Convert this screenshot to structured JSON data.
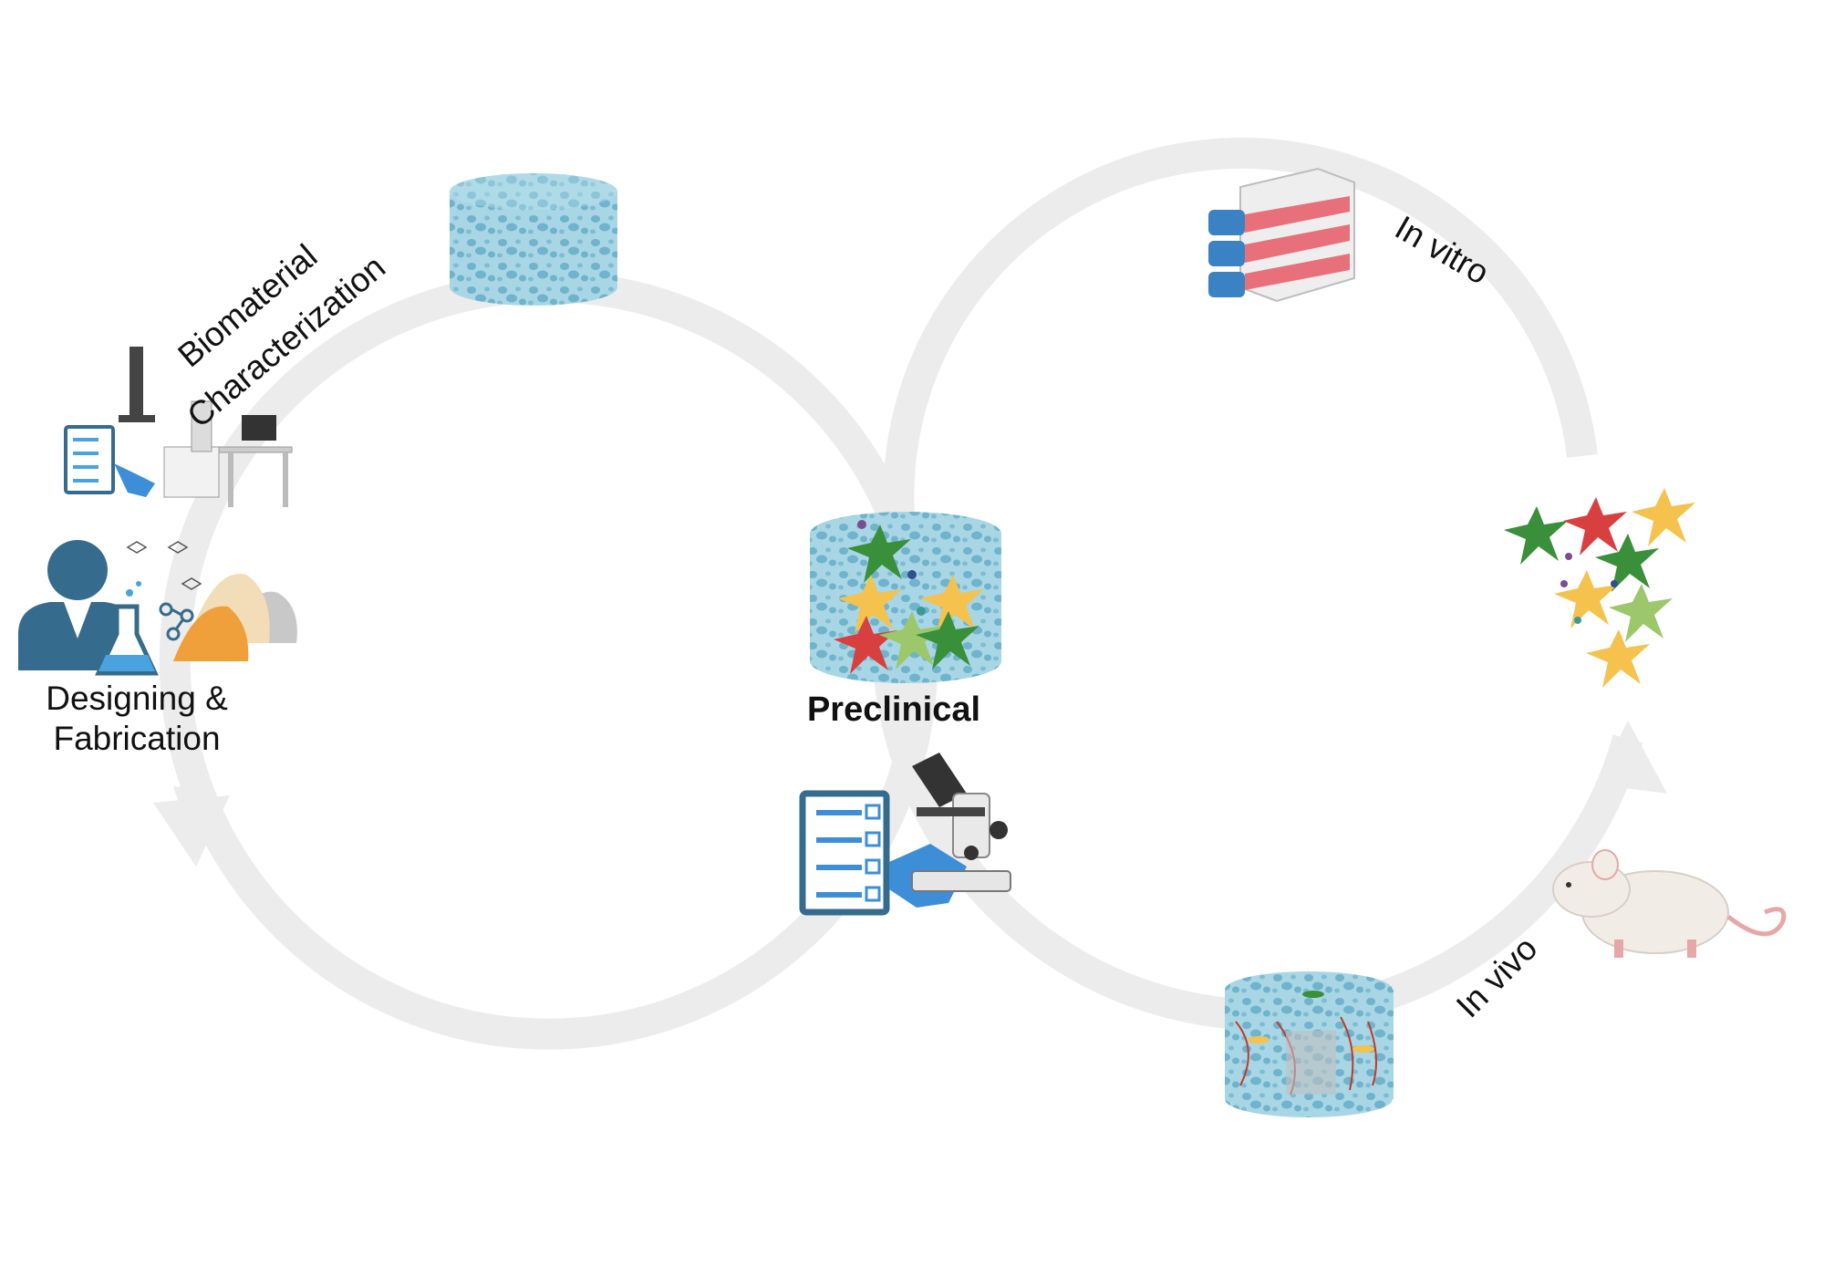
{
  "labels": {
    "designing_line1": "Designing &",
    "designing_line2": "Fabrication",
    "characterization_line1": "Biomaterial",
    "characterization_line2": "Characterization",
    "preclinical": "Preclinical",
    "in_vitro": "In vitro",
    "in_vivo": "In vivo"
  },
  "colors": {
    "loop": "#ececec",
    "scaffold": "#a9d6e5",
    "scaffold_pore": "#6fb3cc",
    "person": "#356b8c",
    "flask_liquid": "#4aa3df",
    "glove": "#3c8fd6",
    "cell_green": "#3a8f3a",
    "cell_red": "#d84040",
    "cell_yellow": "#f4c24d",
    "cell_lightgreen": "#9cc76b",
    "culture_flask": "#e8707a",
    "flask_cap": "#3b82c4",
    "mouse": "#f1ece6",
    "mouse_pink": "#e7a7a7",
    "powder_orange": "#f0a03a",
    "powder_tan": "#f2ddb8",
    "powder_grey": "#c8c8c8"
  },
  "icons": [
    "person-scientist-icon",
    "erlenmeyer-flask-icon",
    "checklist-icon",
    "microscope-icon",
    "electron-microscope-icon",
    "porous-scaffold-icon",
    "culture-flask-icon",
    "cell-cluster-icon",
    "mouse-icon"
  ]
}
